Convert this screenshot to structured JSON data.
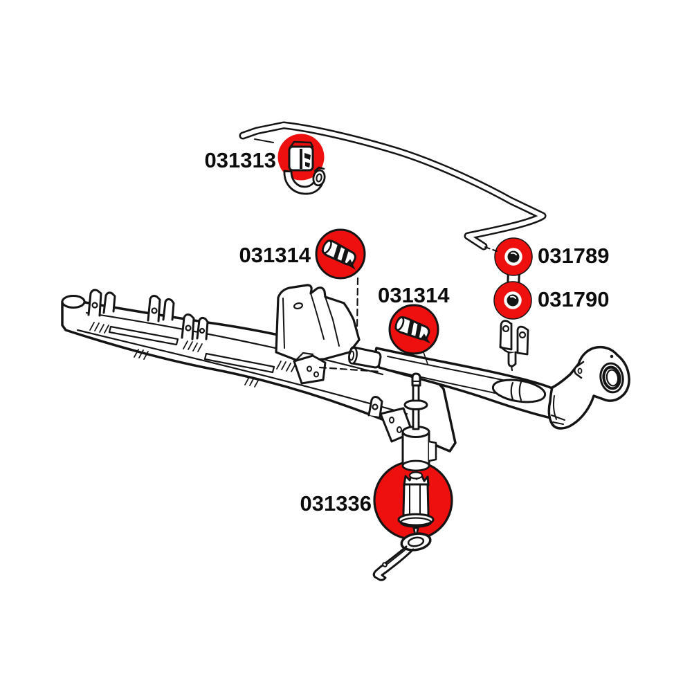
{
  "colors": {
    "highlight": "#ee0f0f",
    "line": "#141414",
    "background": "#ffffff"
  },
  "parts": {
    "stabilizer_bar_bushing": {
      "number": "031313"
    },
    "subframe_bushing_front": {
      "number": "031314"
    },
    "trailing_arm_bushing": {
      "number": "031314"
    },
    "stabilizer_link_upper": {
      "number": "031789"
    },
    "stabilizer_link_lower": {
      "number": "031790"
    },
    "subframe_mount_bushing": {
      "number": "031336"
    }
  }
}
